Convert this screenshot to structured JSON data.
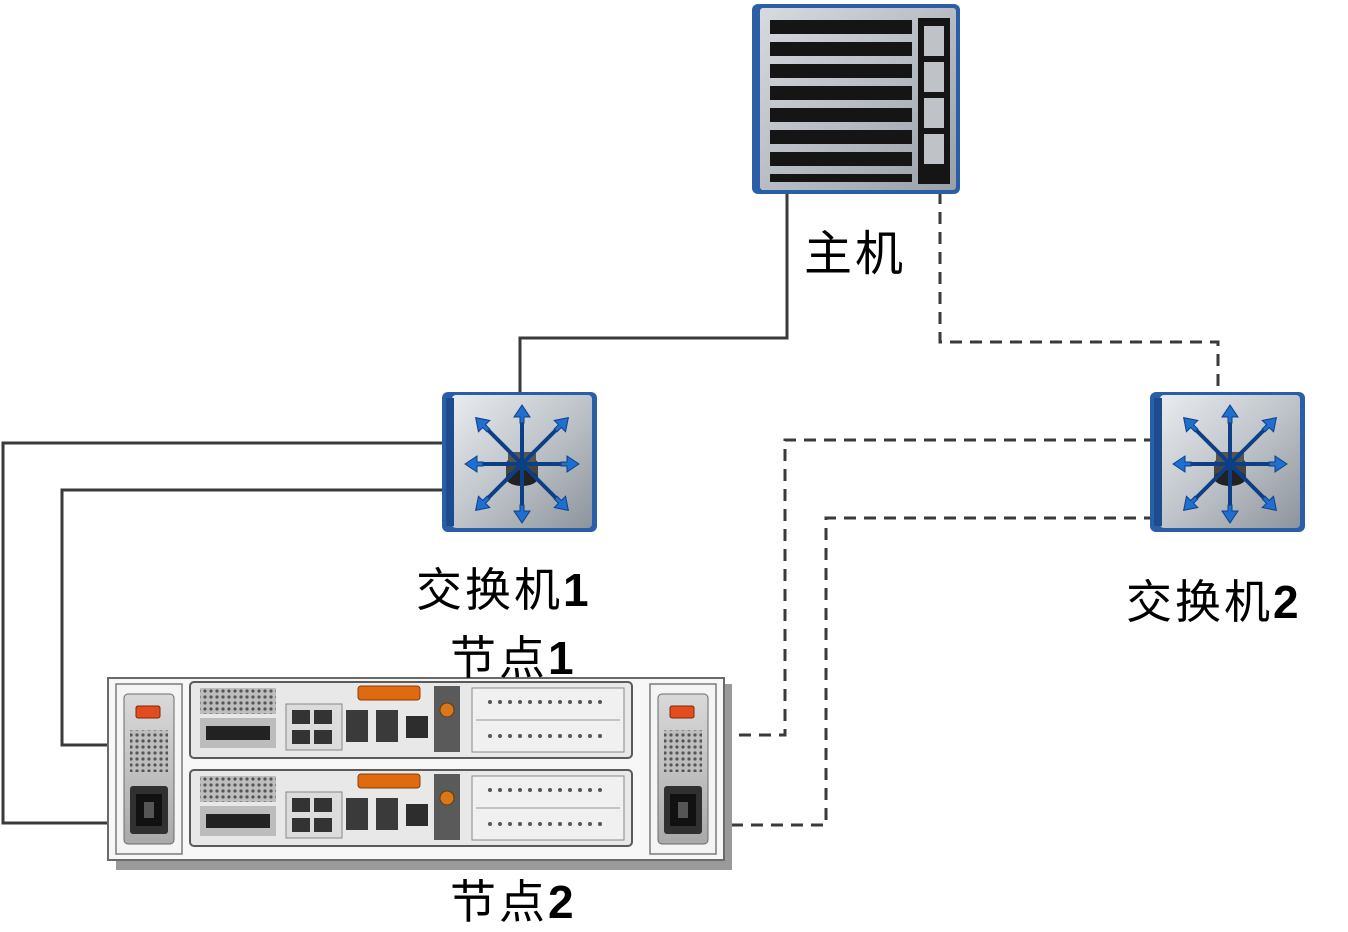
{
  "labels": {
    "host": "主机",
    "switch1_text": "交换机",
    "switch1_num": "1",
    "switch2_text": "交换机",
    "switch2_num": "2",
    "node1_text": "节点",
    "node1_num": "1",
    "node2_text": "节点",
    "node2_num": "2"
  },
  "colors": {
    "solid_link": "#3a3a3a",
    "dashed_link": "#3a3a3a",
    "device_border": "#2a5fa8",
    "device_body": "#c8ccd2",
    "arrow_blue": "#1f6fd1",
    "chassis_orange": "#e06a12"
  },
  "icons": {
    "host": "server-icon",
    "switch": "network-switch-icon",
    "storage": "storage-enclosure-icon"
  }
}
